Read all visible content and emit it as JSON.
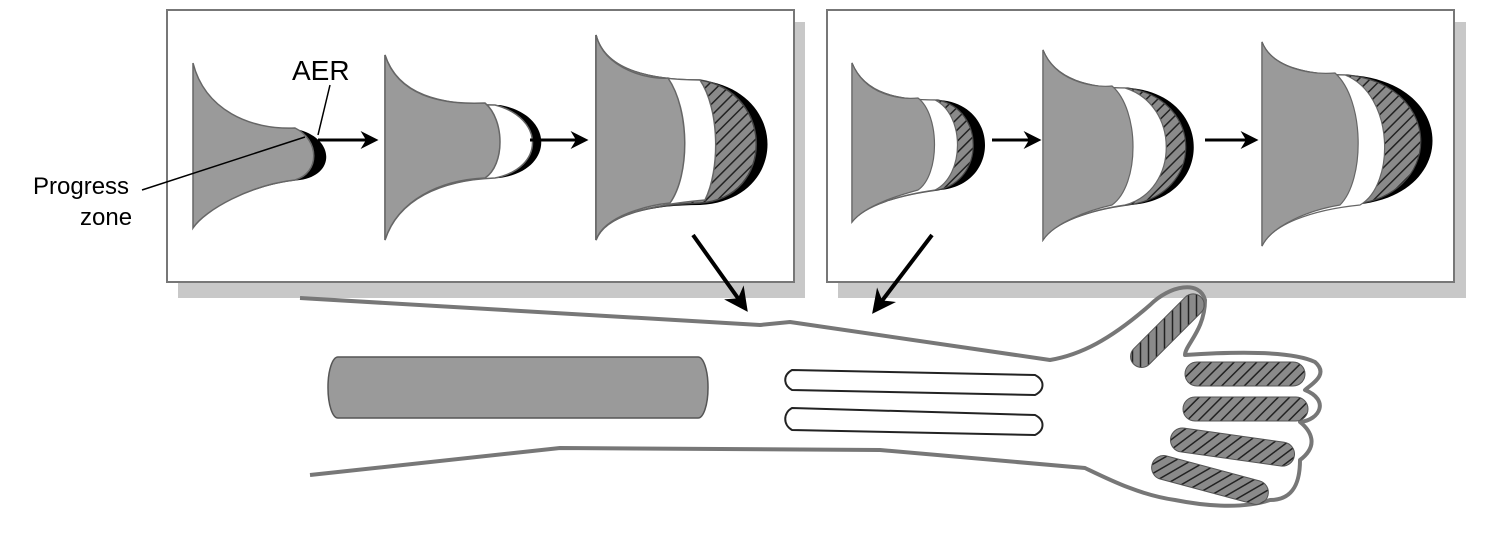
{
  "labels": {
    "aer": "AER",
    "progress_line1": "Progress",
    "progress_line2": "zone"
  },
  "colors": {
    "tissue_gray": "#9a9a9a",
    "outline_gray": "#777777",
    "panel_border": "#777777",
    "panel_shadow": "#c8c8c8",
    "aer_black": "#000000",
    "hatch": "#444444"
  }
}
